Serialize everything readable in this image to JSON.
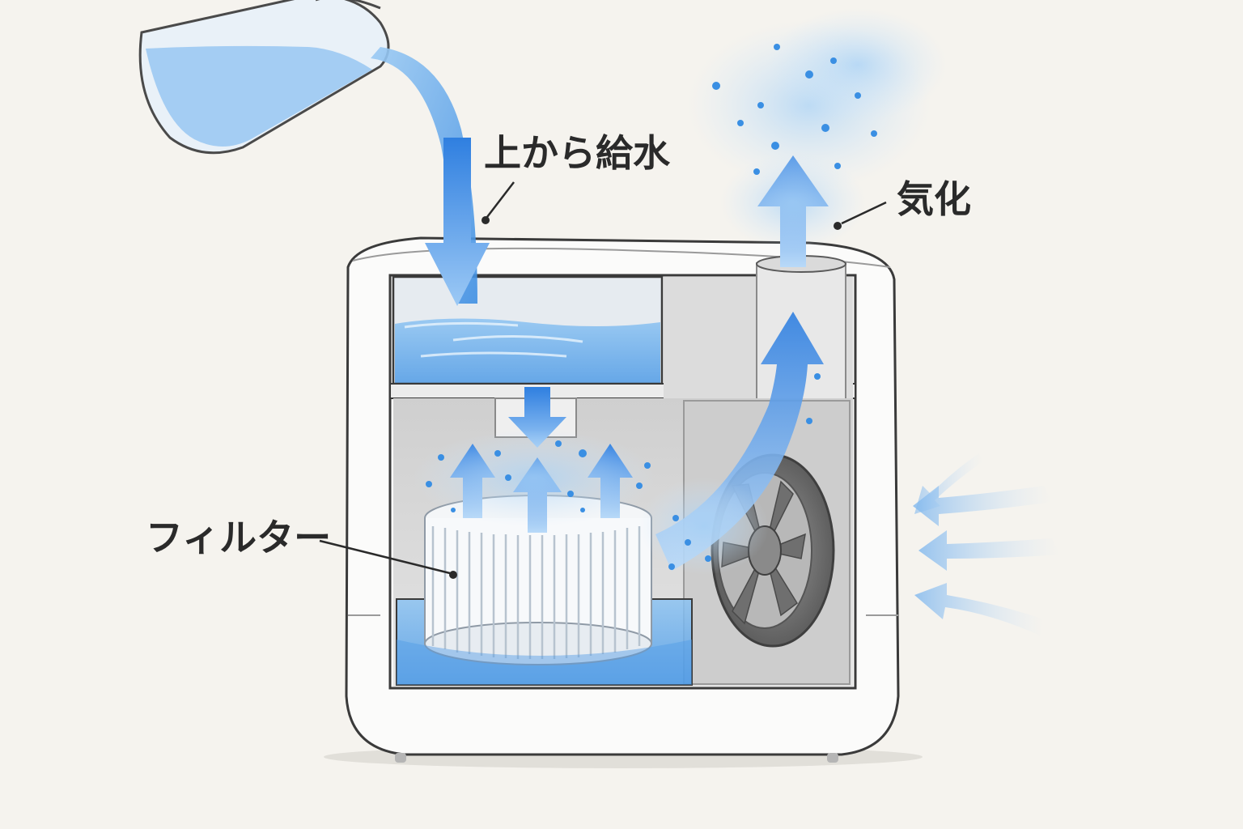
{
  "labels": {
    "top_fill": "上から給水",
    "evaporation": "気化",
    "filter": "フィルター"
  },
  "colors": {
    "background": "#f5f3ee",
    "water": "#5aa6ea",
    "water_light": "#bcdcf7",
    "arrow": "#2f7fe0",
    "housing": "#fbfbfa",
    "housing_outline": "#3a3a3a",
    "interior": "#d9d9d9",
    "fan": "#7d7d7d"
  },
  "icons": [
    "pitcher-icon",
    "fan-icon",
    "filter-icon",
    "water-drop-icon",
    "airflow-arrow-icon"
  ]
}
